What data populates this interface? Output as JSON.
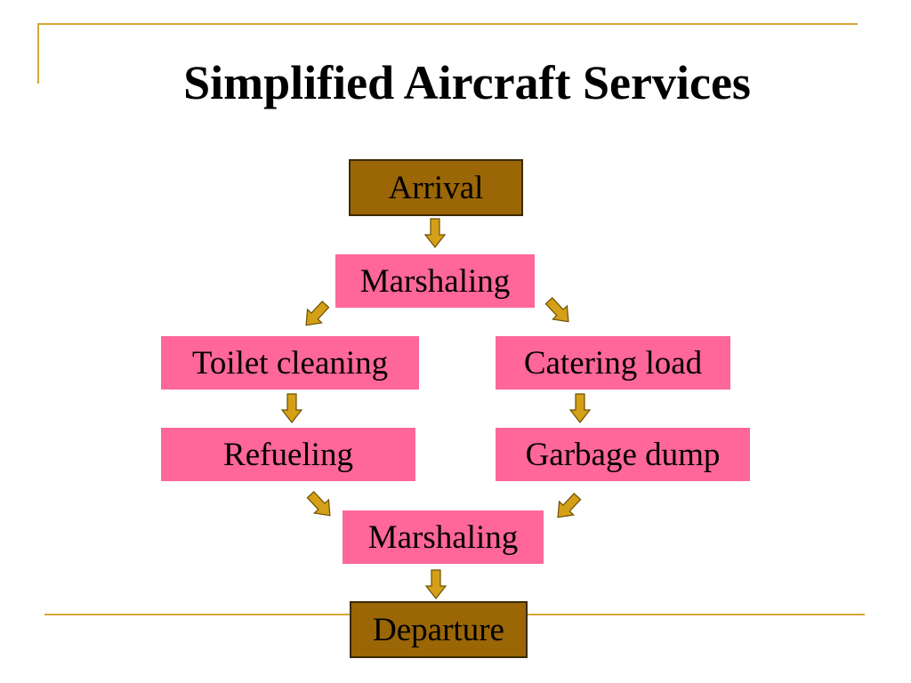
{
  "title": "Simplified Aircraft Services",
  "colors": {
    "accent_rule": "#d4a737",
    "terminal_fill": "#9a6606",
    "step_fill": "#ff6699",
    "arrow_fill": "#d4a017",
    "arrow_stroke": "#6b5000"
  },
  "nodes": {
    "arrival": "Arrival",
    "marshaling_in": "Marshaling",
    "toilet_cleaning": "Toilet cleaning",
    "catering_load": "Catering load",
    "refueling": "Refueling",
    "garbage_dump": "Garbage dump",
    "marshaling_out": "Marshaling",
    "departure": "Departure"
  }
}
